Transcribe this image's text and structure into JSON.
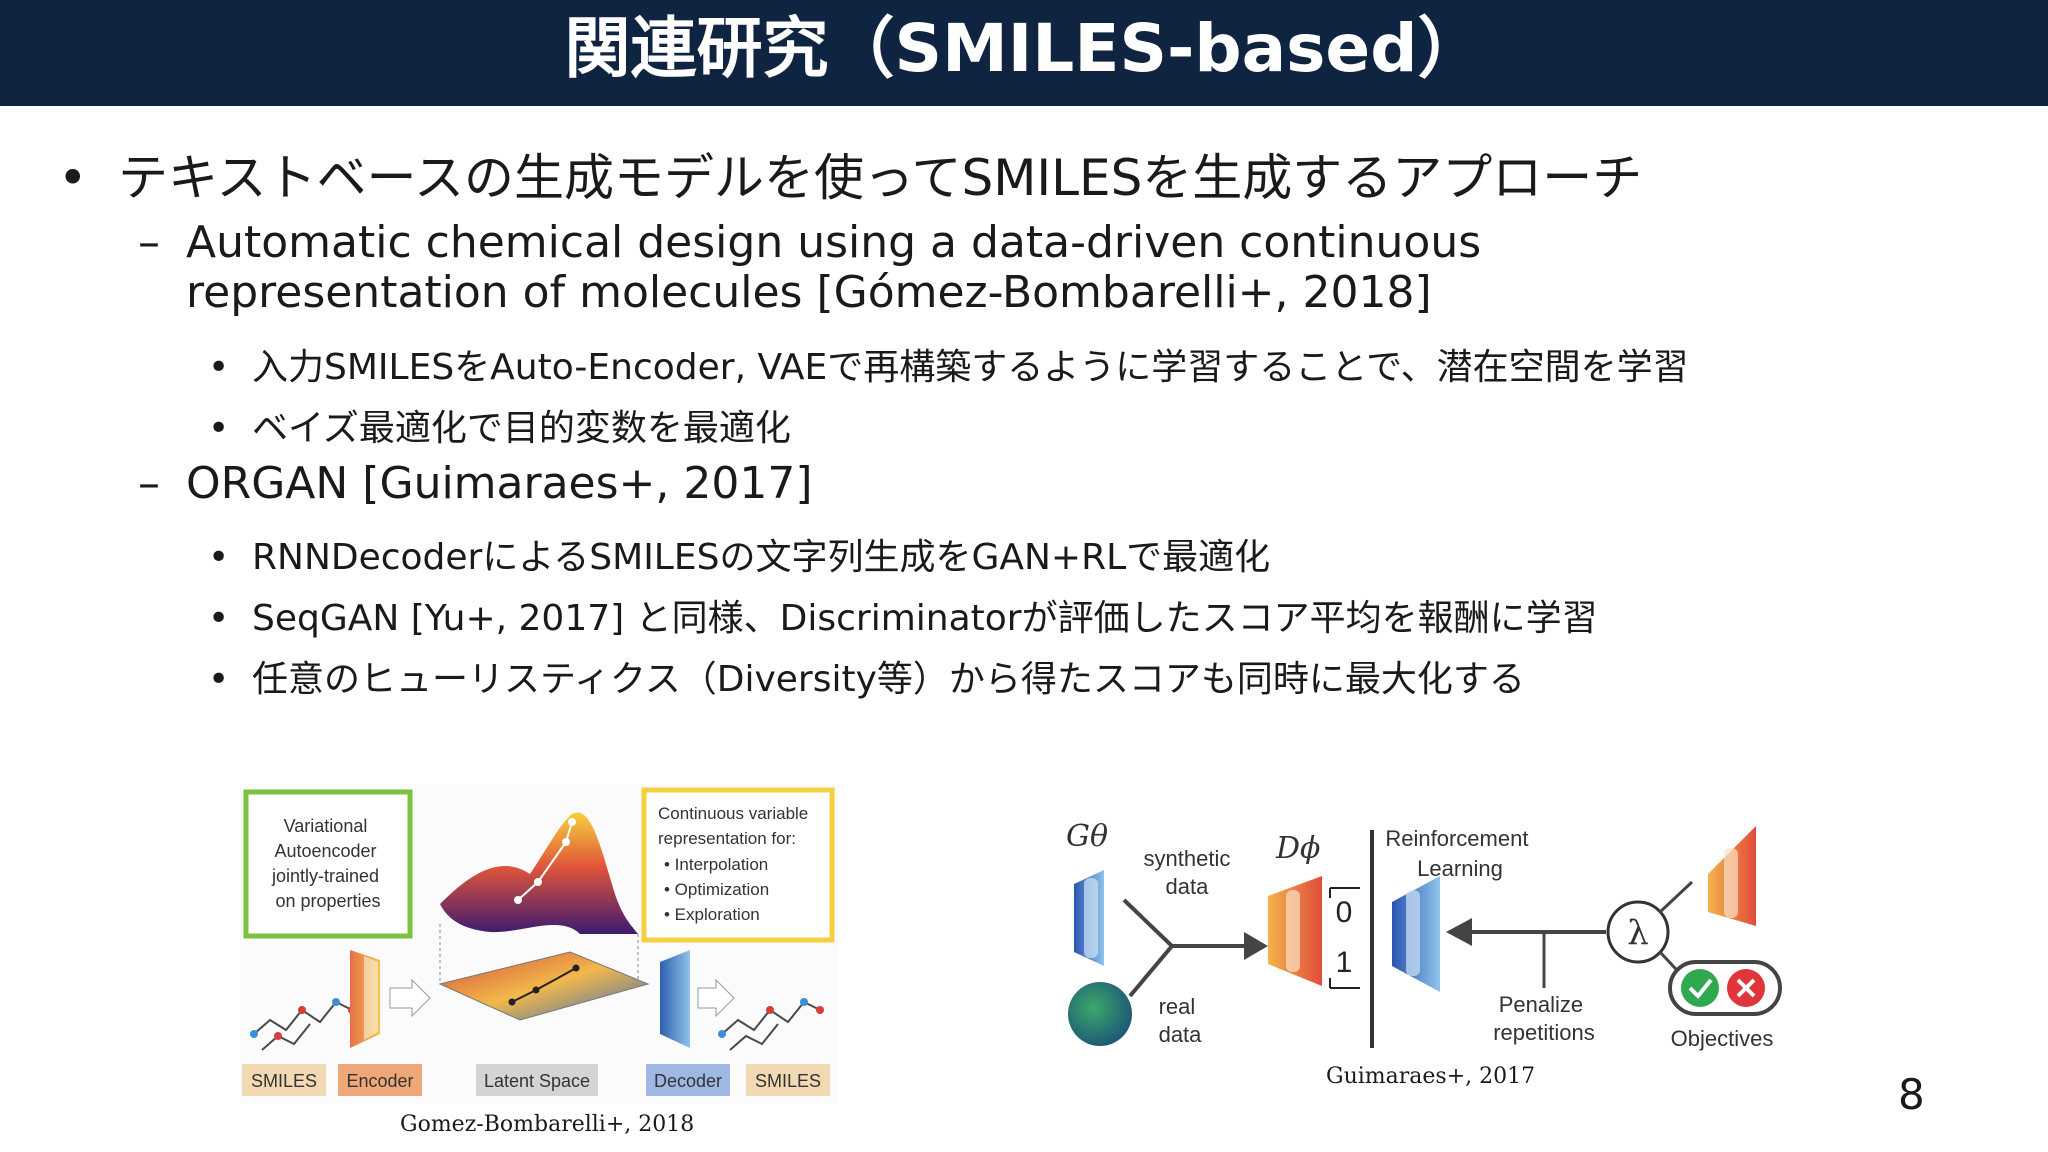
{
  "title": "関連研究（SMILES-based）",
  "bullets": {
    "main": "テキストベースの生成モデルを使ってSMILESを生成するアプローチ",
    "sub1": {
      "text": "Automatic chemical design using a data-driven continuous representation of molecules [Gómez-Bombarelli+, 2018]",
      "points": [
        "入力SMILESをAuto-Encoder, VAEで再構築するように学習することで、潜在空間を学習",
        "ベイズ最適化で目的変数を最適化"
      ]
    },
    "sub2": {
      "text": "ORGAN [Guimaraes+, 2017]",
      "points": [
        "RNNDecoderによるSMILESの文字列生成をGAN+RLで最適化",
        "SeqGAN [Yu+, 2017] と同様、Discriminatorが評価したスコア平均を報酬に学習",
        "任意のヒューリスティクス（Diversity等）から得たスコアも同時に最大化する"
      ]
    }
  },
  "bullet_glyphs": {
    "dot": "•",
    "dash": "–"
  },
  "figure_vae": {
    "box_left": [
      "Variational",
      "Autoencoder",
      "jointly-trained",
      "on properties"
    ],
    "box_right": [
      "Continuous variable",
      "representation for:",
      "• Interpolation",
      "• Optimization",
      "• Exploration"
    ],
    "labels": [
      "SMILES",
      "Encoder",
      "Latent Space",
      "Decoder",
      "SMILES"
    ],
    "caption": "Gomez-Bombarelli+, 2018"
  },
  "figure_organ": {
    "generator": "Gθ",
    "discriminator": "Dϕ",
    "synthetic": [
      "synthetic",
      "data"
    ],
    "real": [
      "real",
      "data"
    ],
    "outputs": [
      "0",
      "1"
    ],
    "rl": [
      "Reinforcement",
      "Learning"
    ],
    "lambda": "λ",
    "penalize": [
      "Penalize",
      "repetitions"
    ],
    "objectives": "Objectives",
    "caption": "Guimaraes+, 2017"
  },
  "page_number": "8",
  "colors": {
    "title_bg": "#0f2440",
    "box_green": "#7cc242",
    "box_yellow": "#f4d03f"
  }
}
